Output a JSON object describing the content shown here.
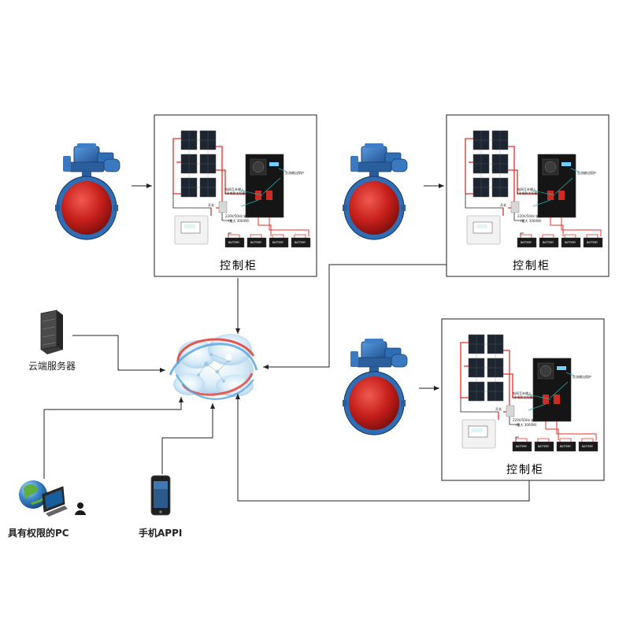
{
  "cabinets": [
    {
      "title": "控制柜",
      "label_grid": "电网互补输入",
      "label_grid_sub": "(市电和太阳能互补)",
      "label_ac": "交流输出保护",
      "label_out": "220V/50Hz 输出",
      "label_out_sub": "(最大 3000W)",
      "label_switch": "开关",
      "battery": "BATTERY"
    },
    {
      "title": "控制柜",
      "label_grid": "电网互补输入",
      "label_grid_sub": "(市电和太阳能互补)",
      "label_ac": "交流输出保护",
      "label_out": "220V/50Hz 输出",
      "label_out_sub": "(最大 3000W)",
      "label_switch": "开关",
      "battery": "BATTERY"
    },
    {
      "title": "控制柜",
      "label_grid": "电网互补输入",
      "label_grid_sub": "(市电和太阳能互补)",
      "label_ac": "交流输出保护",
      "label_out": "220V/50Hz 输出",
      "label_out_sub": "(最大 3000W)",
      "label_switch": "开关",
      "battery": "BATTERY"
    }
  ],
  "nodes": {
    "server": "云端服务器",
    "pc": "具有权限的PC",
    "phone": "手机APPI"
  },
  "colors": {
    "valve_blue": "#2f6db5",
    "valve_red": "#c8201c",
    "wire_red": "#e0302a",
    "wire_teal": "#1fb6b0",
    "cloud_blue": "#5fa8e0",
    "cloud_red": "#e0463c"
  }
}
